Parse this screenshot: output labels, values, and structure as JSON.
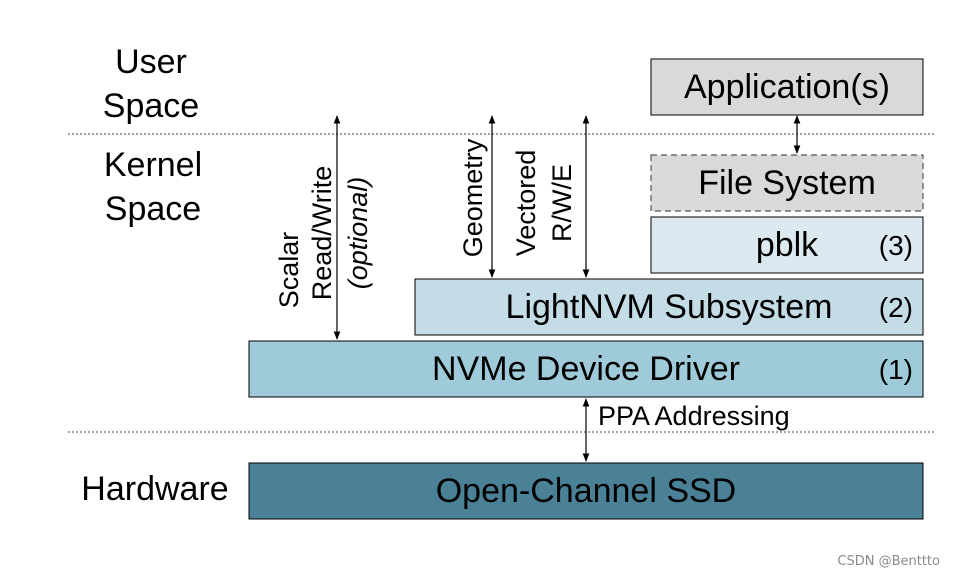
{
  "layers": {
    "user_space": [
      "User",
      "Space"
    ],
    "kernel_space": [
      "Kernel",
      "Space"
    ],
    "hardware": "Hardware"
  },
  "boxes": {
    "application": {
      "label": "Application(s)"
    },
    "file_system": {
      "label": "File System"
    },
    "pblk": {
      "label": "pblk",
      "tag": "(3)"
    },
    "lightnvm": {
      "label": "LightNVM Subsystem",
      "tag": "(2)"
    },
    "nvme": {
      "label": "NVMe Device Driver",
      "tag": "(1)"
    },
    "ssd": {
      "label": "Open-Channel SSD"
    }
  },
  "arrows": {
    "scalar": {
      "line1": "Scalar",
      "line2": "Read/Write",
      "line3": "(optional)"
    },
    "geometry": {
      "label": "Geometry"
    },
    "vectored": {
      "line1": "Vectored",
      "line2": "R/W/E"
    },
    "ppa": {
      "label": "PPA Addressing"
    }
  },
  "colors": {
    "application": "#d9d9d9",
    "file_system": "#d9d9d9",
    "pblk": "#dde9f0",
    "lightnvm": "#c3dce6",
    "nvme": "#9fcad9",
    "ssd": "#4a8196"
  },
  "watermark": "CSDN @Benttto"
}
